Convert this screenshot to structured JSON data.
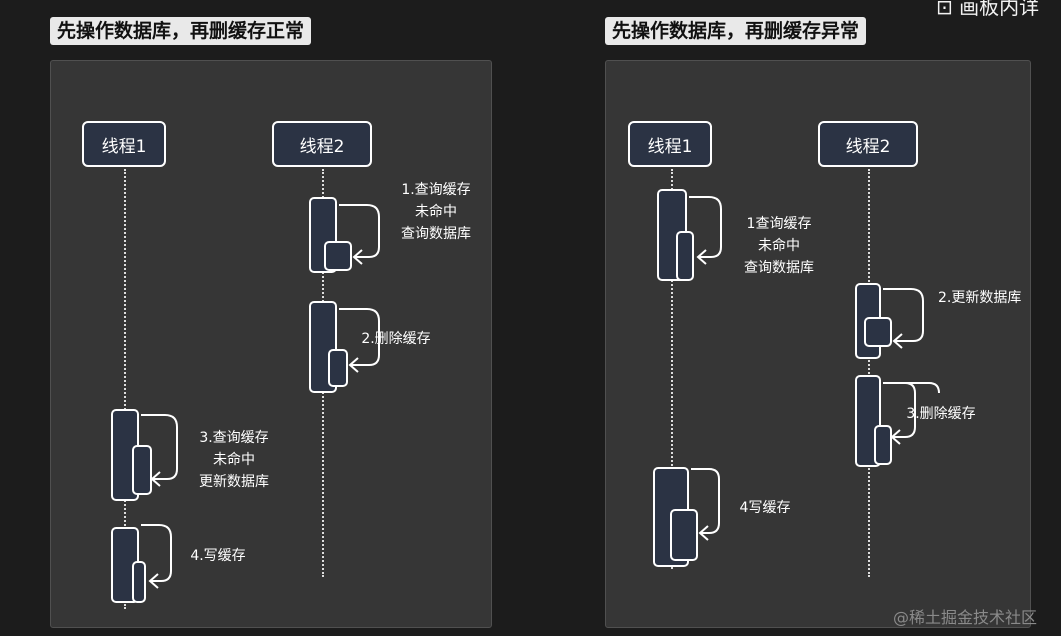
{
  "top_right_label": "⊡ 画板内详",
  "watermark": "@稀土掘金技术社区",
  "left": {
    "title": "先操作数据库，再删缓存正常",
    "thread1": "线程1",
    "thread2": "线程2",
    "steps": [
      {
        "lines": [
          "1.查询缓存",
          "未命中",
          "查询数据库"
        ]
      },
      {
        "lines": [
          "2.删除缓存"
        ]
      },
      {
        "lines": [
          "3.查询缓存",
          "未命中",
          "更新数据库"
        ]
      },
      {
        "lines": [
          "4.写缓存"
        ]
      }
    ]
  },
  "right": {
    "title": "先操作数据库，再删缓存异常",
    "thread1": "线程1",
    "thread2": "线程2",
    "steps": [
      {
        "lines": [
          "1查询缓存",
          "未命中",
          "查询数据库"
        ]
      },
      {
        "lines": [
          "2.更新数据库"
        ]
      },
      {
        "lines": [
          "3.删除缓存"
        ]
      },
      {
        "lines": [
          "4写缓存"
        ]
      }
    ]
  }
}
